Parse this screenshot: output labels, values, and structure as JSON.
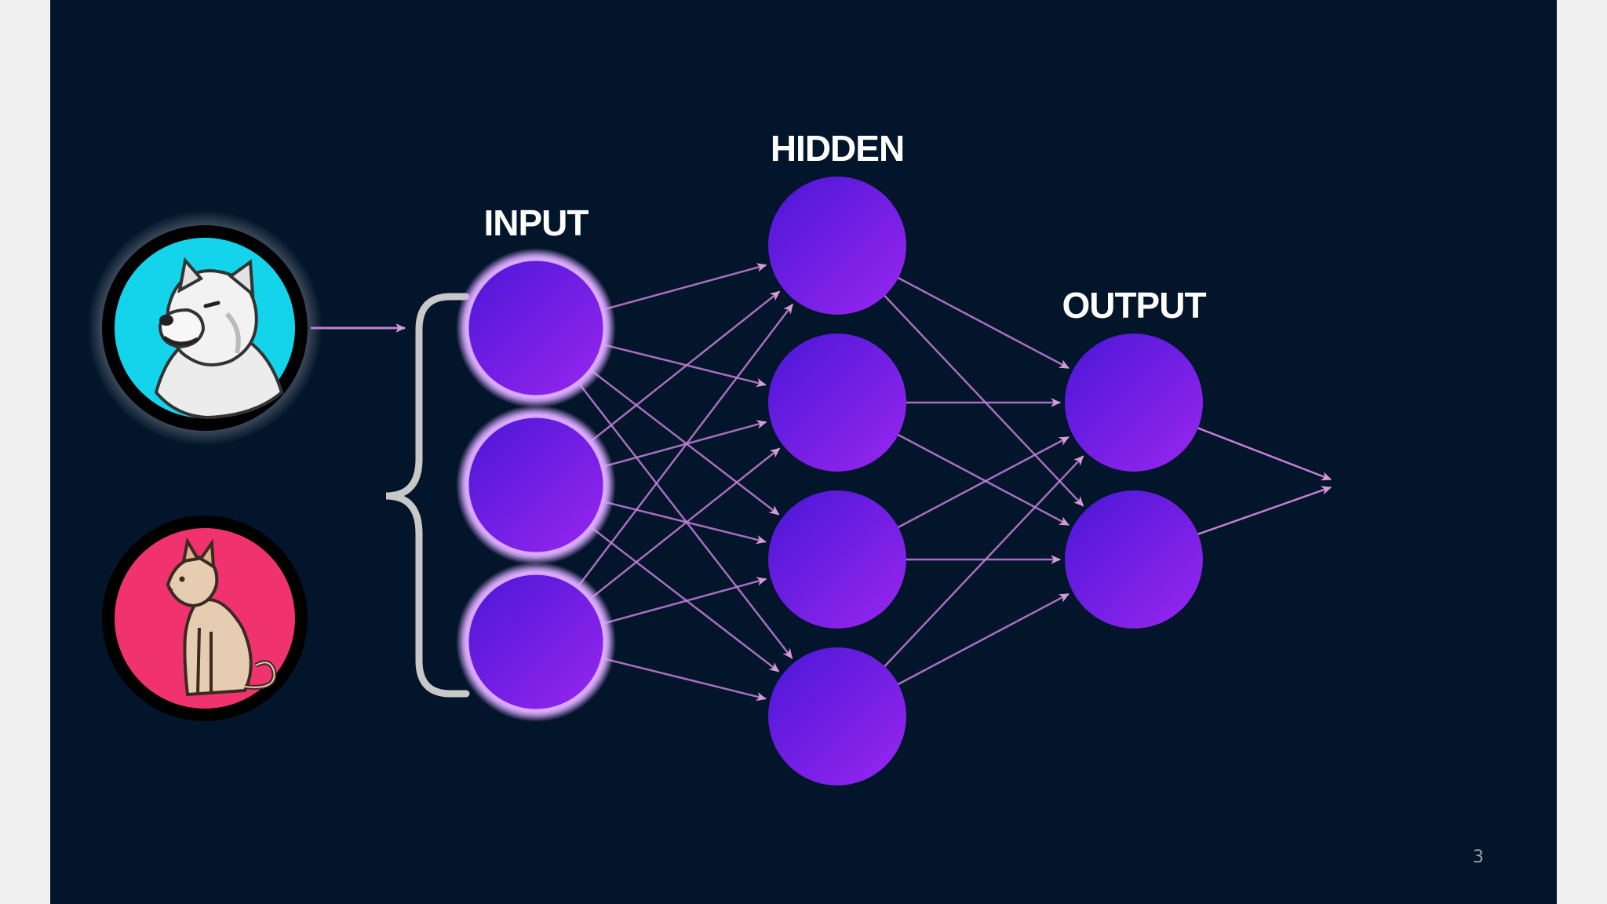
{
  "diagram": {
    "layers": {
      "input": {
        "label": "INPUT",
        "node_count": 3
      },
      "hidden": {
        "label": "HIDDEN",
        "node_count": 4
      },
      "output": {
        "label": "OUTPUT",
        "node_count": 2
      }
    },
    "sample_images": [
      {
        "name": "dog",
        "background_color": "#14d4ec"
      },
      {
        "name": "cat",
        "background_color": "#f0336e"
      }
    ],
    "colors": {
      "background": "#02152a",
      "node_dark": "#4a17d6",
      "node_light": "#9a26f0",
      "input_glow": "#d9a8ff",
      "edge": "#c57fd9",
      "edge_arrow": "#d79ad6",
      "brace": "#c8c8c8"
    }
  },
  "slide": {
    "page_number": "3"
  }
}
